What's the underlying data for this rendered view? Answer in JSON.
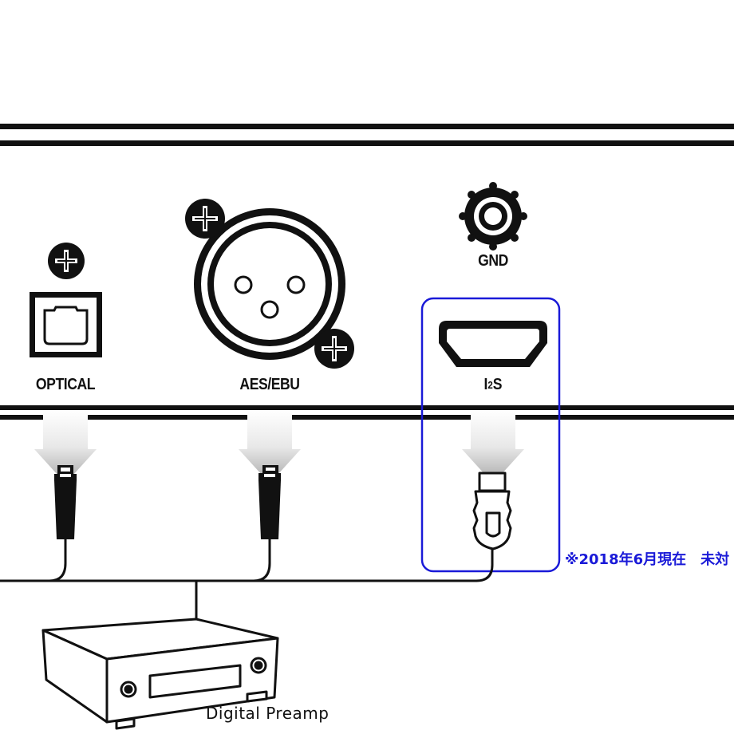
{
  "ports": {
    "optical": "OPTICAL",
    "aes_ebu": "AES/EBU",
    "gnd": "GND",
    "i2s_main": "I",
    "i2s_sub": "2",
    "i2s_tail": "S"
  },
  "note": "※2018年6月現在　未対",
  "device": "Digital Preamp",
  "colors": {
    "line": "#111111",
    "highlight": "#1a1ad8",
    "arrow_top": "#f4f4f4",
    "arrow_bottom": "#9a9a9a"
  }
}
